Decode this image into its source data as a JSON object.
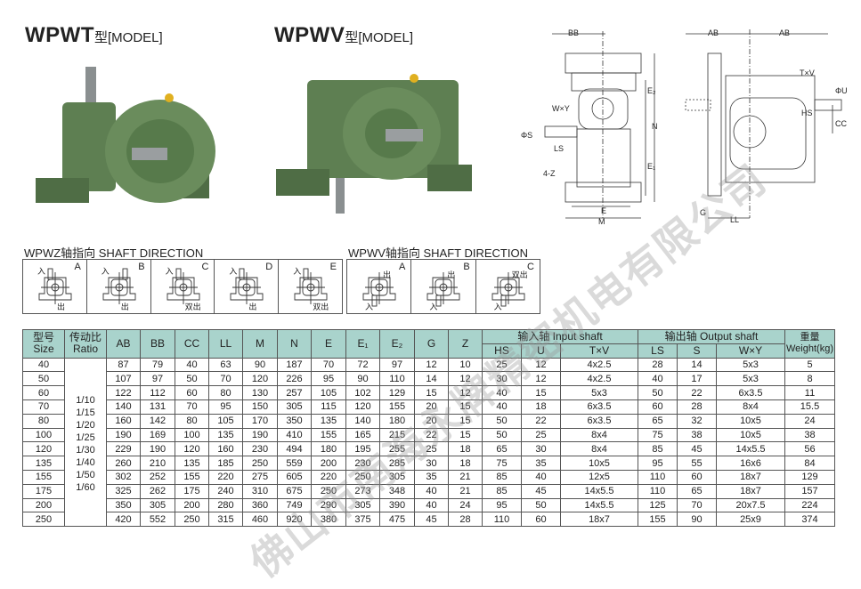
{
  "titles": {
    "wpwt": {
      "model": "WPWT",
      "suffix": "型[MODEL]"
    },
    "wpwv": {
      "model": "WPWV",
      "suffix": "型[MODEL]"
    }
  },
  "drawing_labels": [
    "BB",
    "AB",
    "AB",
    "W×Y",
    "ΦS",
    "LS",
    "E₂",
    "N",
    "E₁",
    "4-Z",
    "E",
    "M",
    "T×V",
    "ΦU",
    "HS",
    "CC",
    "G",
    "LL"
  ],
  "shaft_direction": {
    "wpwz": {
      "label": "WPWZ轴指向  SHAFT DIRECTION",
      "cells": [
        {
          "letter": "A",
          "in": "入",
          "out": "出"
        },
        {
          "letter": "B",
          "in": "入",
          "out": "出"
        },
        {
          "letter": "C",
          "in": "入",
          "out": "双出"
        },
        {
          "letter": "D",
          "in": "入",
          "out": "出"
        },
        {
          "letter": "E",
          "in": "入",
          "out": "双出"
        }
      ]
    },
    "wpwv": {
      "label": "WPWV轴指向  SHAFT DIRECTION",
      "cells": [
        {
          "letter": "A",
          "in": "入",
          "out": "出"
        },
        {
          "letter": "B",
          "in": "入",
          "out": "出"
        },
        {
          "letter": "C",
          "in": "入",
          "out": "双出"
        }
      ]
    }
  },
  "table": {
    "headers": {
      "size": [
        "型号",
        "Size"
      ],
      "ratio": [
        "传动比",
        "Ratio"
      ],
      "dims": [
        "AB",
        "BB",
        "CC",
        "LL",
        "M",
        "N",
        "E",
        "E₁",
        "E₂",
        "G",
        "Z"
      ],
      "input_group": "输入轴 Input shaft",
      "input_cols": [
        "HS",
        "U",
        "T×V"
      ],
      "output_group": "输出轴 Output shaft",
      "output_cols": [
        "LS",
        "S",
        "W×Y"
      ],
      "weight": [
        "重量",
        "Weight(kg)"
      ]
    },
    "ratios": [
      "1/10",
      "1/15",
      "1/20",
      "1/25",
      "1/30",
      "1/40",
      "1/50",
      "1/60"
    ],
    "rows": [
      [
        "40",
        "87",
        "79",
        "40",
        "63",
        "90",
        "187",
        "70",
        "72",
        "97",
        "12",
        "10",
        "25",
        "12",
        "4x2.5",
        "28",
        "14",
        "5x3",
        "5"
      ],
      [
        "50",
        "107",
        "97",
        "50",
        "70",
        "120",
        "226",
        "95",
        "90",
        "110",
        "14",
        "12",
        "30",
        "12",
        "4x2.5",
        "40",
        "17",
        "5x3",
        "8"
      ],
      [
        "60",
        "122",
        "112",
        "60",
        "80",
        "130",
        "257",
        "105",
        "102",
        "129",
        "15",
        "12",
        "40",
        "15",
        "5x3",
        "50",
        "22",
        "6x3.5",
        "11"
      ],
      [
        "70",
        "140",
        "131",
        "70",
        "95",
        "150",
        "305",
        "115",
        "120",
        "155",
        "20",
        "15",
        "40",
        "18",
        "6x3.5",
        "60",
        "28",
        "8x4",
        "15.5"
      ],
      [
        "80",
        "160",
        "142",
        "80",
        "105",
        "170",
        "350",
        "135",
        "140",
        "180",
        "20",
        "15",
        "50",
        "22",
        "6x3.5",
        "65",
        "32",
        "10x5",
        "24"
      ],
      [
        "100",
        "190",
        "169",
        "100",
        "135",
        "190",
        "410",
        "155",
        "165",
        "215",
        "22",
        "15",
        "50",
        "25",
        "8x4",
        "75",
        "38",
        "10x5",
        "38"
      ],
      [
        "120",
        "229",
        "190",
        "120",
        "160",
        "230",
        "494",
        "180",
        "195",
        "255",
        "25",
        "18",
        "65",
        "30",
        "8x4",
        "85",
        "45",
        "14x5.5",
        "56"
      ],
      [
        "135",
        "260",
        "210",
        "135",
        "185",
        "250",
        "559",
        "200",
        "230",
        "285",
        "30",
        "18",
        "75",
        "35",
        "10x5",
        "95",
        "55",
        "16x6",
        "84"
      ],
      [
        "155",
        "302",
        "252",
        "155",
        "220",
        "275",
        "605",
        "220",
        "250",
        "305",
        "35",
        "21",
        "85",
        "40",
        "12x5",
        "110",
        "60",
        "18x7",
        "129"
      ],
      [
        "175",
        "325",
        "262",
        "175",
        "240",
        "310",
        "675",
        "250",
        "273",
        "348",
        "40",
        "21",
        "85",
        "45",
        "14x5.5",
        "110",
        "65",
        "18x7",
        "157"
      ],
      [
        "200",
        "350",
        "305",
        "200",
        "280",
        "360",
        "749",
        "290",
        "305",
        "390",
        "40",
        "24",
        "95",
        "50",
        "14x5.5",
        "125",
        "70",
        "20x7.5",
        "224"
      ],
      [
        "250",
        "420",
        "552",
        "250",
        "315",
        "460",
        "920",
        "380",
        "375",
        "475",
        "45",
        "28",
        "110",
        "60",
        "18x7",
        "155",
        "90",
        "25x9",
        "374"
      ]
    ]
  },
  "watermark": "佛山市南海永牌精密机电有限公司",
  "colors": {
    "header_bg": "#a9d3cc",
    "gearbox_green": "#5e7f52"
  }
}
